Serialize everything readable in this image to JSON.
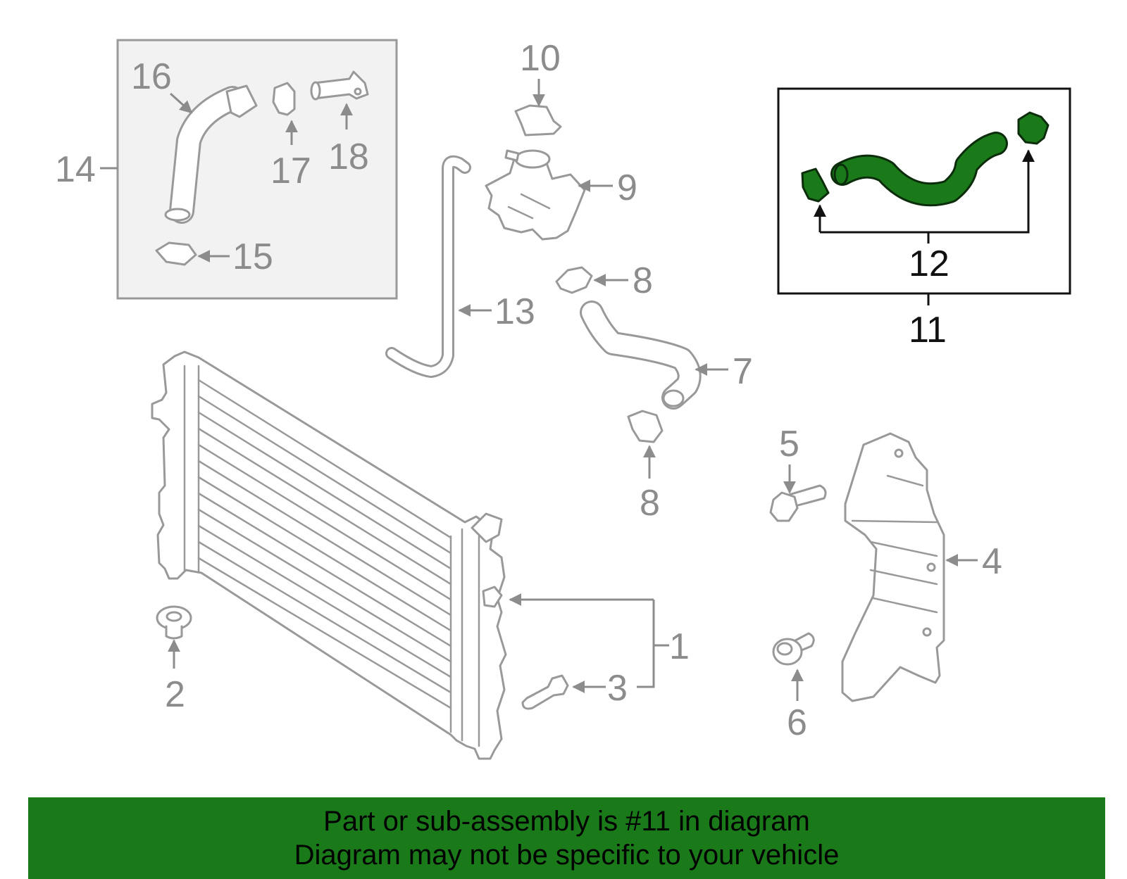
{
  "callouts": {
    "c1": "1",
    "c2": "2",
    "c3": "3",
    "c4": "4",
    "c5": "5",
    "c6": "6",
    "c7": "7",
    "c8a": "8",
    "c8b": "8",
    "c9": "9",
    "c10": "10",
    "c11": "11",
    "c12": "12",
    "c13": "13",
    "c14": "14",
    "c15": "15",
    "c16": "16",
    "c17": "17",
    "c18": "18"
  },
  "highlight": {
    "part_number": "11",
    "color": "#1a7a1a"
  },
  "banner": {
    "line1": "Part or sub-assembly is #11 in diagram",
    "line2": "Diagram may not be specific to your vehicle"
  }
}
